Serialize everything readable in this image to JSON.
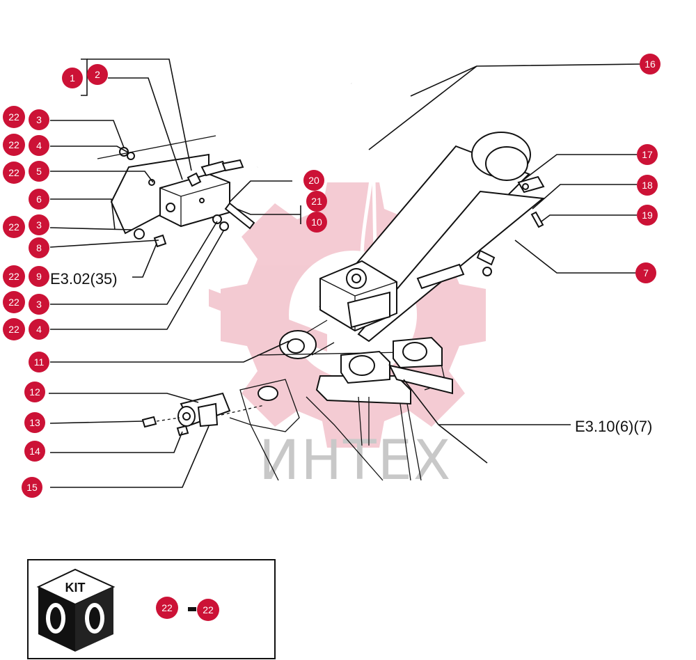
{
  "callouts": [
    {
      "id": "c1",
      "label": "1"
    },
    {
      "id": "c2",
      "label": "2"
    },
    {
      "id": "c3a",
      "label": "3"
    },
    {
      "id": "c22a",
      "label": "22"
    },
    {
      "id": "c4a",
      "label": "4"
    },
    {
      "id": "c22b",
      "label": "22"
    },
    {
      "id": "c5",
      "label": "5"
    },
    {
      "id": "c22c",
      "label": "22"
    },
    {
      "id": "c6",
      "label": "6"
    },
    {
      "id": "c3b",
      "label": "3"
    },
    {
      "id": "c22d",
      "label": "22"
    },
    {
      "id": "c8",
      "label": "8"
    },
    {
      "id": "c9",
      "label": "9"
    },
    {
      "id": "c22e",
      "label": "22"
    },
    {
      "id": "c3c",
      "label": "3"
    },
    {
      "id": "c22f",
      "label": "22"
    },
    {
      "id": "c4b",
      "label": "4"
    },
    {
      "id": "c22g",
      "label": "22"
    },
    {
      "id": "c11",
      "label": "11"
    },
    {
      "id": "c12",
      "label": "12"
    },
    {
      "id": "c13",
      "label": "13"
    },
    {
      "id": "c14",
      "label": "14"
    },
    {
      "id": "c15",
      "label": "15"
    },
    {
      "id": "c16",
      "label": "16"
    },
    {
      "id": "c17",
      "label": "17"
    },
    {
      "id": "c18",
      "label": "18"
    },
    {
      "id": "c19",
      "label": "19"
    },
    {
      "id": "c7",
      "label": "7"
    },
    {
      "id": "c20",
      "label": "20"
    },
    {
      "id": "c21",
      "label": "21"
    },
    {
      "id": "c10",
      "label": "10"
    },
    {
      "id": "k22a",
      "label": "22"
    },
    {
      "id": "k22b",
      "label": "22"
    }
  ],
  "references": {
    "ref_e302": "E3.02(35)",
    "ref_e310": "E3.10(6)(7)"
  },
  "kit": {
    "label": "KIT"
  },
  "watermark": {
    "text": "ИНТЕХ",
    "color": "#cc1236"
  },
  "colors": {
    "callout_fill": "#cc1236",
    "line": "#111111"
  }
}
